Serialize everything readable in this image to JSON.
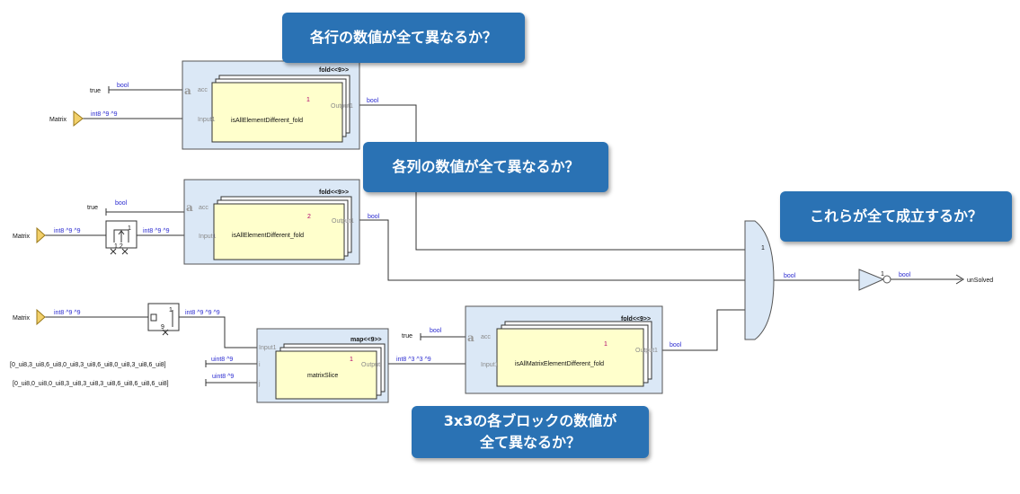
{
  "callouts": {
    "rows": "各行の数値が全て異なるか？",
    "cols": "各列の数値が全て異なるか？",
    "all": "これらが全て成立するか？",
    "blocks_line1": "3x3の各ブロックの数値が",
    "blocks_line2": "全て異なるか？"
  },
  "common": {
    "true_label": "true",
    "bool": "bool",
    "matrix": "Matrix",
    "int8_9_9": "int8 ^9 ^9",
    "int8_9_9_9": "int8 ^9 ^9 ^9",
    "int8_3_3_9": "int8 ^3 ^3 ^9",
    "uint8_9": "uint8 ^9",
    "acc": "acc",
    "input1": "Input1",
    "output1": "Output1",
    "a_glyph": "a"
  },
  "block_rows": {
    "header": "fold<<9>>",
    "name": "isAllElementDifferent_fold",
    "number": "1"
  },
  "block_cols": {
    "header": "fold<<9>>",
    "name": "isAllElementDifferent_fold",
    "number": "2"
  },
  "block_slice": {
    "header": "map<<9>>",
    "name": "matrixSlice",
    "number": "1",
    "port_i": "i",
    "port_j": "j"
  },
  "block_matrix": {
    "header": "fold<<9>>",
    "name": "isAllMatrixElementDifferent_fold",
    "number": "1"
  },
  "transpose": {
    "in_num": "1",
    "nums": "1 2"
  },
  "reshape": {
    "top": "1",
    "bottom": "9"
  },
  "and_gate": {
    "number": "1"
  },
  "not_gate": {
    "number": "1"
  },
  "constants": {
    "i_values": "[0_ui8,3_ui8,6_ui8,0_ui8,3_ui8,6_ui8,0_ui8,3_ui8,6_ui8]",
    "j_values": "[0_ui8,0_ui8,0_ui8,3_ui8,3_ui8,3_ui8,6_ui8,6_ui8,6_ui8]"
  },
  "output_label": "unSolved"
}
